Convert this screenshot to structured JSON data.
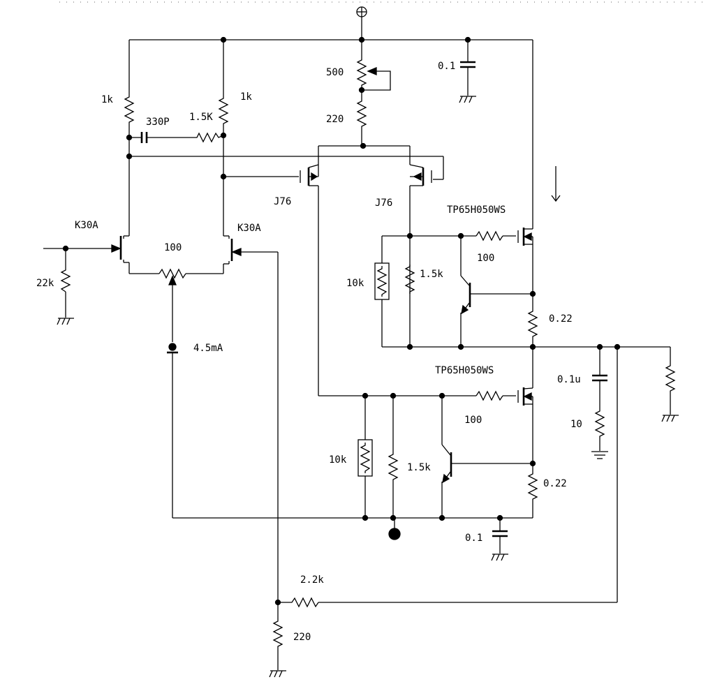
{
  "labels": {
    "r_1k_left": "1k",
    "r_1k_right": "1k",
    "c_330p": "330P",
    "r_1_5K_feedback": "1.5K",
    "pot_500": "500",
    "r_220_top": "220",
    "c_0_1_top": "0.1",
    "jfet_left": "K30A",
    "jfet_right": "K30A",
    "pot_100": "100",
    "r_22k": "22k",
    "current_source": "4.5mA",
    "pmos_left": "J76",
    "pmos_right": "J76",
    "mosfet_upper": "TP65H050WS",
    "r_100_upper": "100",
    "r_10k_upper": "10k",
    "r_1_5k_upper": "1.5k",
    "r_0_22_upper": "0.22",
    "c_0_1u_zobel": "0.1u",
    "r_10_zobel": "10",
    "mosfet_lower": "TP65H050WS",
    "r_100_lower": "100",
    "r_10k_lower": "10k",
    "r_1_5k_lower": "1.5k",
    "r_0_22_lower": "0.22",
    "c_0_1_bottom": "0.1",
    "r_2_2k": "2.2k",
    "r_220_bottom": "220"
  }
}
